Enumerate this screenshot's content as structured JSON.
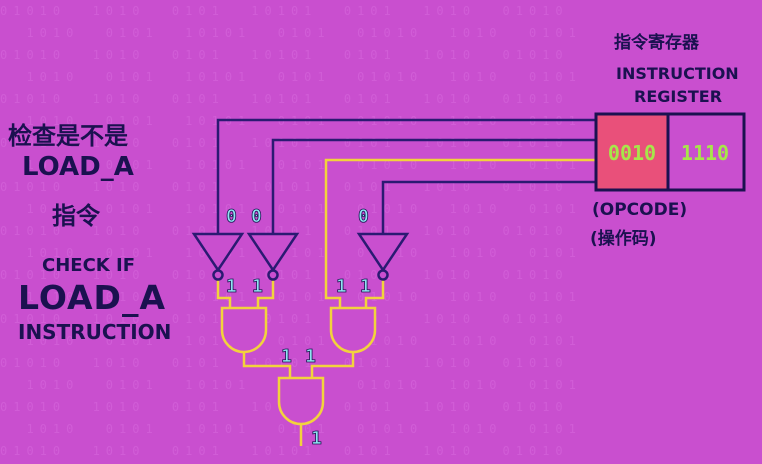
{
  "left_panel": {
    "title_cn": "检查是不是",
    "title_load": "LOAD_A",
    "title_cn2": "指令",
    "check_if": "CHECK IF",
    "load_a": "LOAD_A",
    "instruction": "INSTRUCTION"
  },
  "register": {
    "title_cn": "指令寄存器",
    "title_line1": "INSTRUCTION",
    "title_line2": "REGISTER",
    "opcode": "0010",
    "operand": "1110",
    "opcode_label": "(OPCODE)",
    "opcode_label_cn": "(操作码)"
  },
  "circuit": {
    "not_inputs": [
      "0",
      "0",
      "0"
    ],
    "not_outputs": [
      "1",
      "1",
      "1",
      "1"
    ],
    "and_outputs": [
      "1",
      "1"
    ],
    "final_output": "1"
  },
  "colors": {
    "background": "#c94fcf",
    "wire_dark": "#2b1a72",
    "wire_yellow": "#f2d33c",
    "bit_text": "#8fe4f2",
    "register_fill": "#e9507a",
    "register_text": "#a7e64a"
  }
}
